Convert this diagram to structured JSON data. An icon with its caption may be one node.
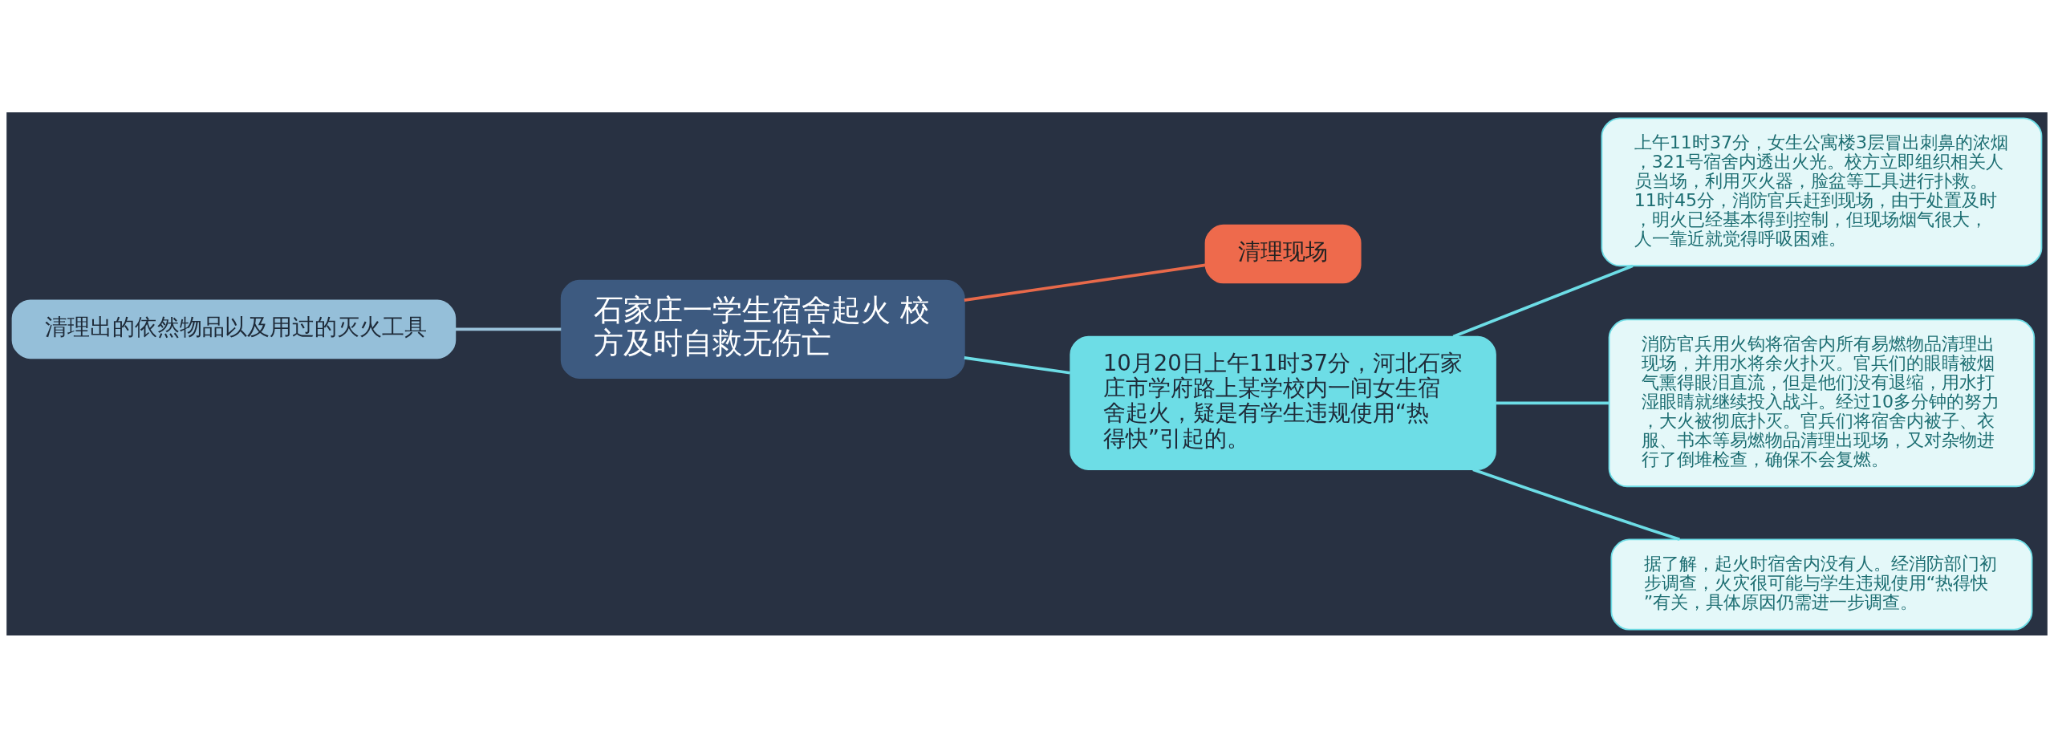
{
  "diagram": {
    "nodes": [
      {
        "text": [
          "石家庄一学生宿舍起火 校方及时自救无伤亡"
        ]
      },
      {
        "text": [
          "清理现场"
        ]
      },
      {
        "text": [
          "清理出的依然物品以及用过的灭火工具"
        ]
      },
      {
        "text": [
          "10月20日上午11时37分，河北石家庄市学府路上某学校内一间女生宿舍起火，疑是有学生违规使用“热得快”引起的。"
        ]
      },
      {
        "text": [
          "上午11时37分，女生公寓楼3层冒出刺鼻的浓烟，321号宿舍内透出火光。校方立即组织相关人员当场，利用灭火器，脸盆等工具进行扑救。11时45分，消防官兵赶到现场，由于处置及时，明火已经基本得到控制，但现场烟气很大，人一靠近就觉得呼吸困难。"
        ]
      },
      {
        "text": [
          "消防官兵用火钩将宿舍内所有易燃物品清理出现场，并用水将余火扑灭。官兵们的眼睛被烟气熏得眼泪直流，但是他们没有退缩，用水打湿眼睛就继续投入战斗。经过10多分钟的努力，大火被彻底扑灭。官兵们将宿舍内被子、衣服、书本等易燃物品清理出现场，又对杂物进行了倒堆检查，确保不会复燃。"
        ]
      },
      {
        "text": [
          "据了解，起火时宿舍内没有人。经消防部门初步调查，火灾很可能与学生违规使用“热得快”有关，具体原因仍需进一步调查。"
        ]
      }
    ],
    "edges": [
      {
        "from": 0,
        "to": 1,
        "arrow": "none",
        "color": "#e8694a"
      },
      {
        "from": 0,
        "to": 2,
        "arrow": "none",
        "color": "#9bc4dc"
      },
      {
        "from": 0,
        "to": 3,
        "arrow": "none"
      },
      {
        "from": 3,
        "to": 4,
        "arrow": "none"
      },
      {
        "from": 3,
        "to": 5,
        "arrow": "none"
      },
      {
        "from": 3,
        "to": 6,
        "arrow": "none"
      }
    ]
  }
}
